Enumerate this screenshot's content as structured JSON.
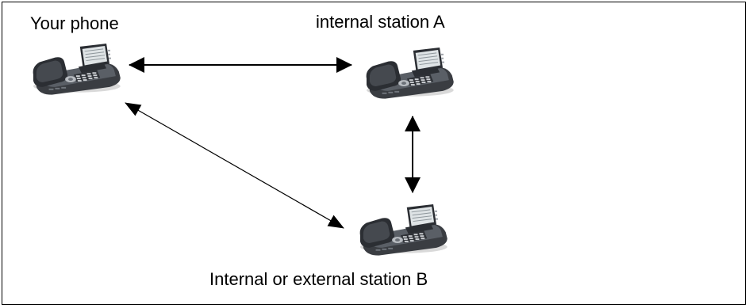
{
  "diagram": {
    "nodes": [
      {
        "id": "you",
        "label": "Your phone",
        "icon": "desk-phone-icon"
      },
      {
        "id": "a",
        "label": "internal station A",
        "icon": "desk-phone-icon"
      },
      {
        "id": "b",
        "label": "Internal or external station B",
        "icon": "desk-phone-icon"
      }
    ],
    "connections": [
      {
        "from": "you",
        "to": "a",
        "type": "bidirectional-arrow"
      },
      {
        "from": "a",
        "to": "b",
        "type": "bidirectional-arrow"
      },
      {
        "from": "you",
        "to": "b",
        "type": "bidirectional-arrow"
      }
    ]
  }
}
